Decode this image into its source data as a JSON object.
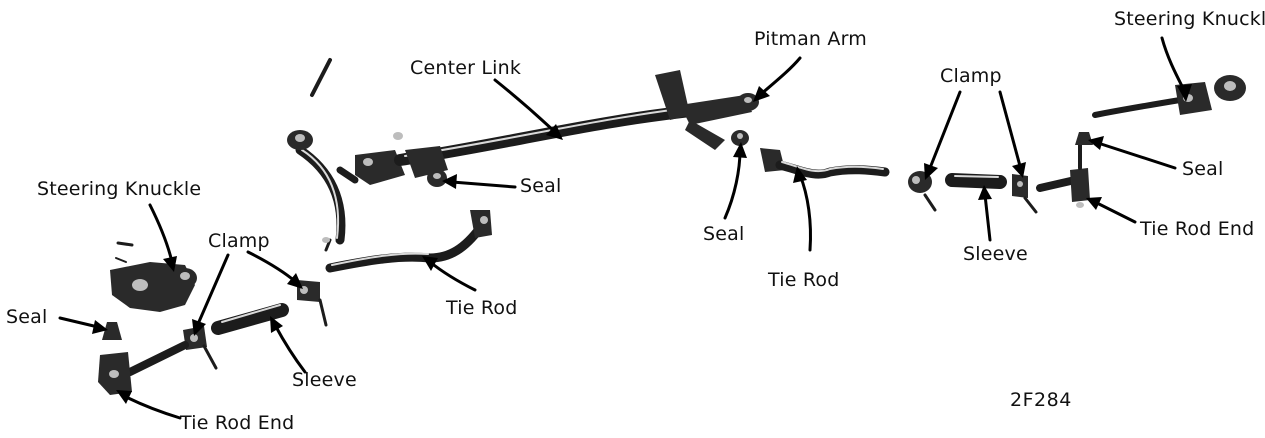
{
  "labels": {
    "steering_knuckle_right": "Steering Knuckle",
    "pitman_arm": "Pitman Arm",
    "center_link": "Center Link",
    "clamp_right": "Clamp",
    "seal_center": "Seal",
    "seal_pitman": "Seal",
    "seal_right": "Seal",
    "tie_rod_right": "Tie Rod",
    "sleeve_right": "Sleeve",
    "tie_rod_end_right": "Tie Rod End",
    "steering_knuckle_left": "Steering Knuckle",
    "clamp_left": "Clamp",
    "seal_left": "Seal",
    "tie_rod_left": "Tie Rod",
    "sleeve_left": "Sleeve",
    "tie_rod_end_left": "Tie Rod End"
  },
  "figure_id": "2F284",
  "colors": {
    "ink": "#111111",
    "part": "#2a2a2a",
    "background": "#ffffff"
  }
}
